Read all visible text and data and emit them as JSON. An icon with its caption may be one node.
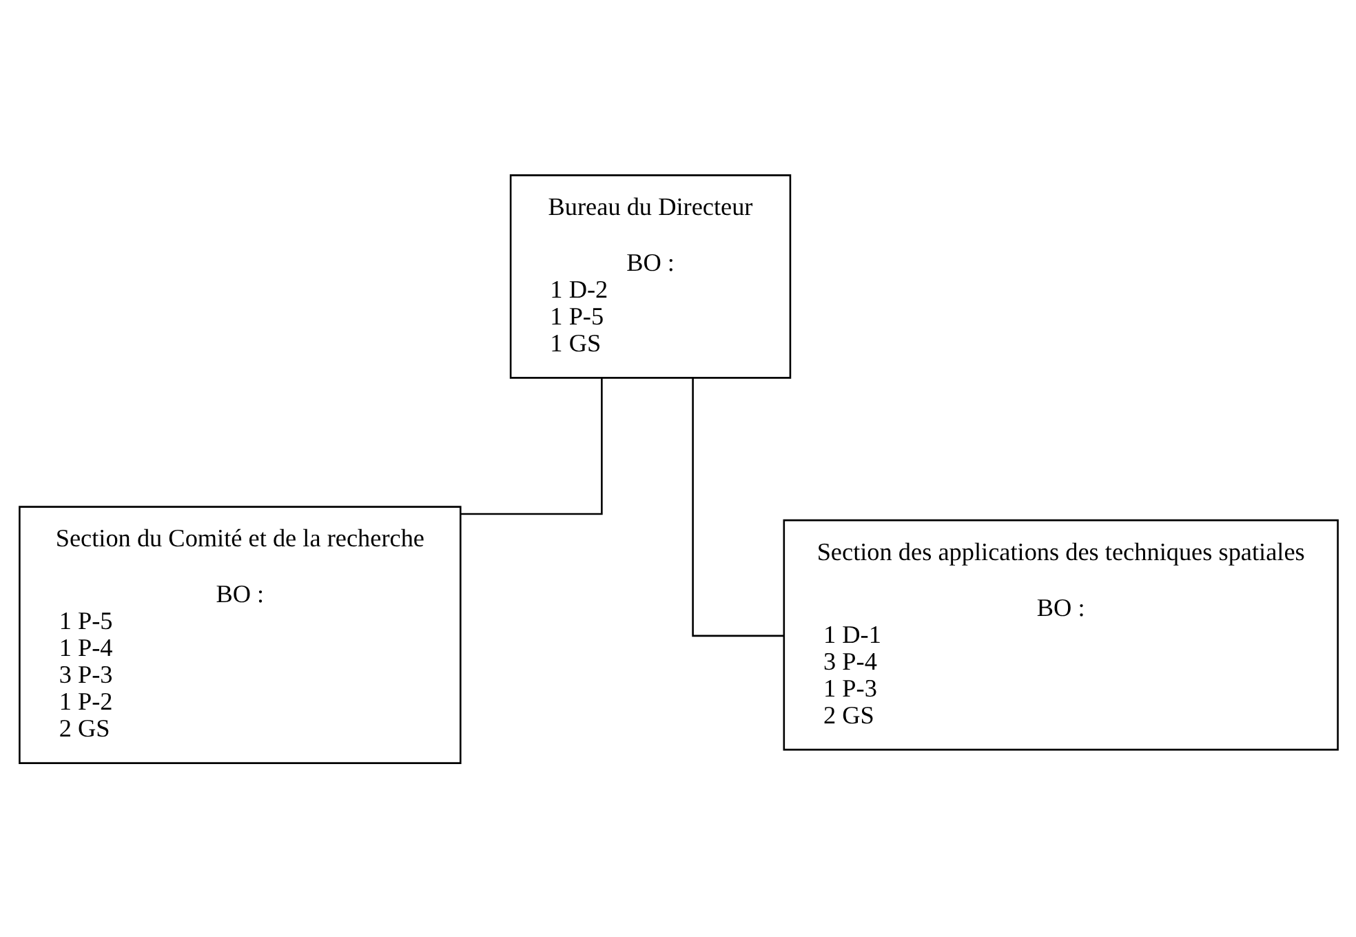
{
  "diagram": {
    "nodes": [
      {
        "text": [
          "Bureau du Directeur",
          "BO :",
          "1 D-2",
          "1 P-5",
          "1 GS"
        ]
      },
      {
        "text": [
          "Section du Comité et de la recherche",
          "BO :",
          "1 P-5",
          "1 P-4",
          "3 P-3",
          "1 P-2",
          "2 GS"
        ]
      },
      {
        "text": [
          "Section des applications des techniques spatiales",
          "BO :",
          "1 D-1",
          "3 P-4",
          "1 P-3",
          "2 GS"
        ]
      }
    ],
    "edges": [
      {
        "from": 0,
        "to": 1,
        "arrow": "none"
      },
      {
        "from": 0,
        "to": 2,
        "arrow": "none"
      }
    ]
  }
}
